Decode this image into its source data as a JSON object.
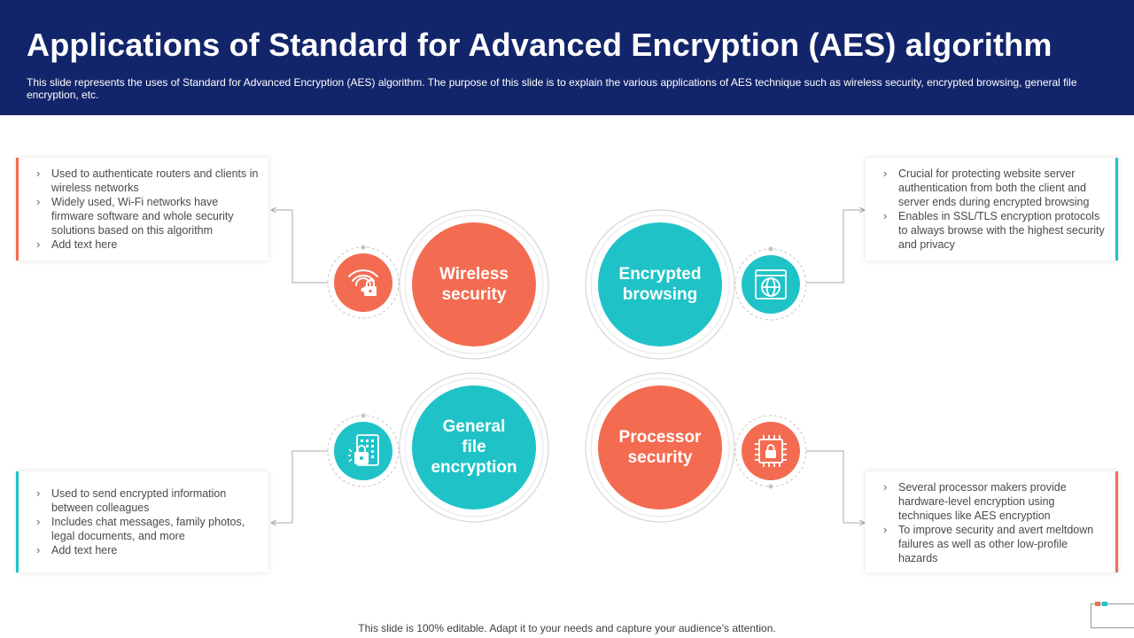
{
  "header": {
    "title": "Applications of Standard for Advanced Encryption (AES) algorithm",
    "subtitle": "This slide represents the uses of Standard for Advanced Encryption (AES) algorithm. The purpose of this slide is to explain the various applications of AES technique such as wireless security, encrypted browsing, general file encryption, etc."
  },
  "colors": {
    "header_bg": "#13256a",
    "coral": "#f36c52",
    "teal": "#1fc3c7"
  },
  "wireless": {
    "label_line1": "Wireless",
    "label_line2": "security",
    "icon": "wifi-lock-icon",
    "bullets": [
      "Used to authenticate routers and clients in wireless networks",
      "Widely used, Wi-Fi networks have firmware software and whole security solutions based on this algorithm",
      "Add text here"
    ]
  },
  "browsing": {
    "label_line1": "Encrypted",
    "label_line2": "browsing",
    "icon": "browser-globe-icon",
    "bullets": [
      "Crucial for protecting website server authentication from both the client and server ends during encrypted browsing",
      "Enables in SSL/TLS encryption protocols to always browse with the highest security and privacy"
    ]
  },
  "file": {
    "label_line1": "General",
    "label_line2": "file",
    "label_line3": "encryption",
    "icon": "file-lock-icon",
    "bullets": [
      "Used to send encrypted information between colleagues",
      "Includes chat messages, family photos, legal documents, and more",
      "Add text here"
    ]
  },
  "processor": {
    "label_line1": "Processor",
    "label_line2": "security",
    "icon": "chip-lock-icon",
    "bullets": [
      "Several processor makers provide hardware-level encryption using techniques like AES encryption",
      "To improve security and avert meltdown failures as well as other low-profile hazards"
    ]
  },
  "footer": {
    "text": "This slide is 100% editable. Adapt it to your needs and capture your audience’s attention."
  }
}
